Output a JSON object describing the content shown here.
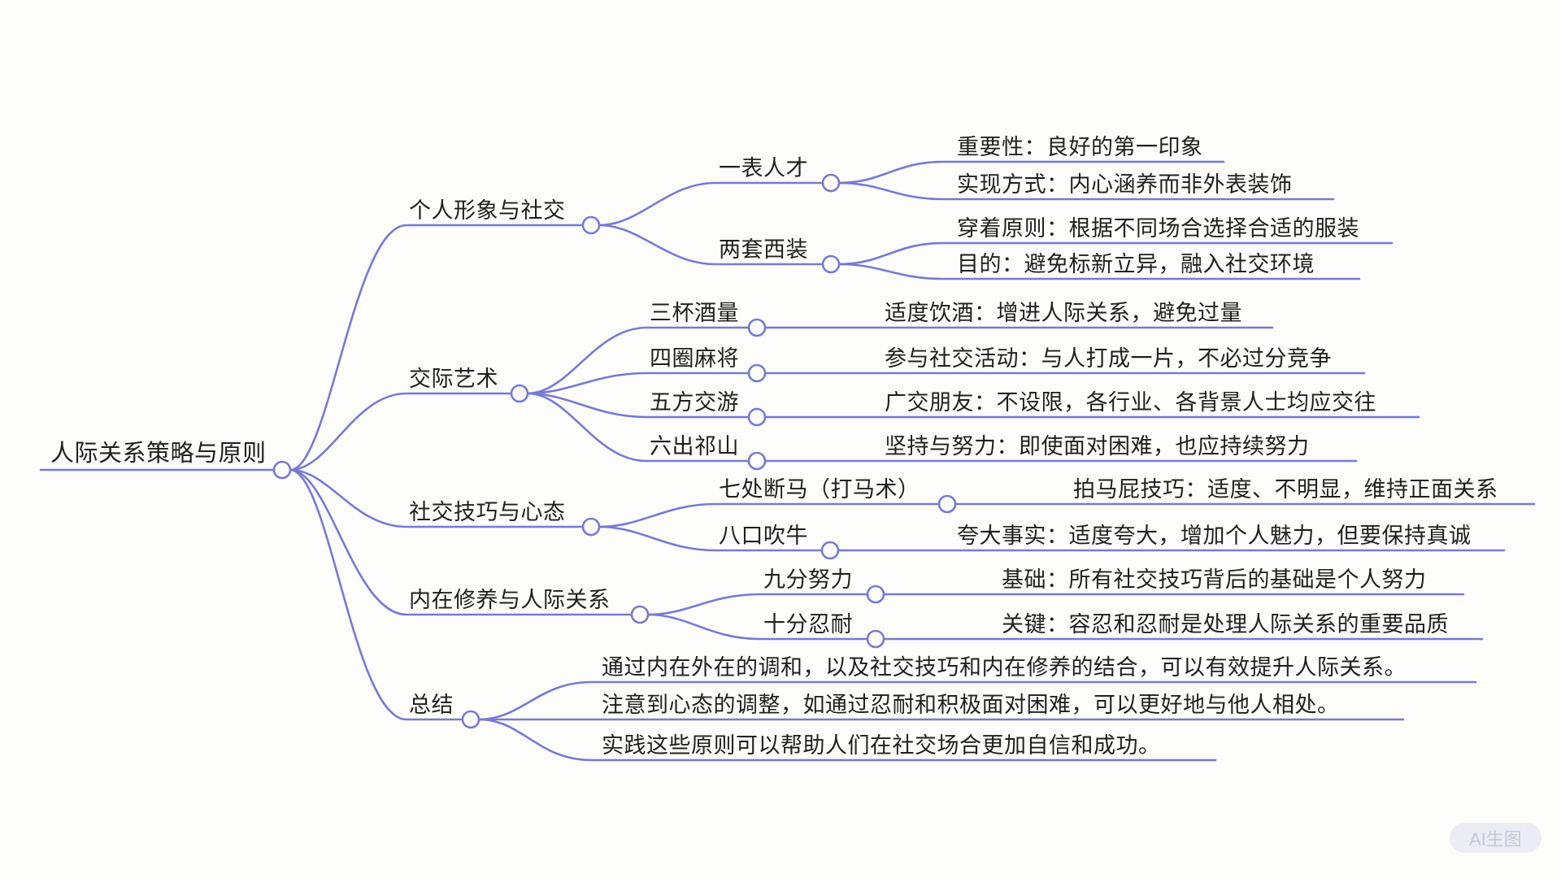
{
  "colors": {
    "branch_line": "#767ad4",
    "node_fill": "#fdfdfb",
    "text": "#1f1f1f",
    "background": "#fdfdfb",
    "badge_bg": "#ebedf3",
    "badge_text": "#c5c9d6"
  },
  "root": {
    "label": "人际关系策略与原则"
  },
  "branches": [
    {
      "label": "个人形象与社交",
      "children": [
        {
          "label": "一表人才",
          "leaves": [
            "重要性：良好的第一印象",
            "实现方式：内心涵养而非外表装饰"
          ]
        },
        {
          "label": "两套西装",
          "leaves": [
            "穿着原则：根据不同场合选择合适的服装",
            "目的：避免标新立异，融入社交环境"
          ]
        }
      ]
    },
    {
      "label": "交际艺术",
      "children": [
        {
          "label": "三杯酒量",
          "leaves": [
            "适度饮酒：增进人际关系，避免过量"
          ]
        },
        {
          "label": "四圈麻将",
          "leaves": [
            "参与社交活动：与人打成一片，不必过分竞争"
          ]
        },
        {
          "label": "五方交游",
          "leaves": [
            "广交朋友：不设限，各行业、各背景人士均应交往"
          ]
        },
        {
          "label": "六出祁山",
          "leaves": [
            "坚持与努力：即使面对困难，也应持续努力"
          ]
        }
      ]
    },
    {
      "label": "社交技巧与心态",
      "children": [
        {
          "label": "七处断马（打马术）",
          "leaves": [
            "拍马屁技巧：适度、不明显，维持正面关系"
          ]
        },
        {
          "label": "八口吹牛",
          "leaves": [
            "夸大事实：适度夸大，增加个人魅力，但要保持真诚"
          ]
        }
      ]
    },
    {
      "label": "内在修养与人际关系",
      "children": [
        {
          "label": "九分努力",
          "leaves": [
            "基础：所有社交技巧背后的基础是个人努力"
          ]
        },
        {
          "label": "十分忍耐",
          "leaves": [
            "关键：容忍和忍耐是处理人际关系的重要品质"
          ]
        }
      ]
    },
    {
      "label": "总结",
      "children": [],
      "leaves": [
        "通过内在外在的调和，以及社交技巧和内在修养的结合，可以有效提升人际关系。",
        "注意到心态的调整，如通过忍耐和积极面对困难，可以更好地与他人相处。",
        "实践这些原则可以帮助人们在社交场合更加自信和成功。"
      ]
    }
  ],
  "badge": {
    "label": "AI生图"
  }
}
